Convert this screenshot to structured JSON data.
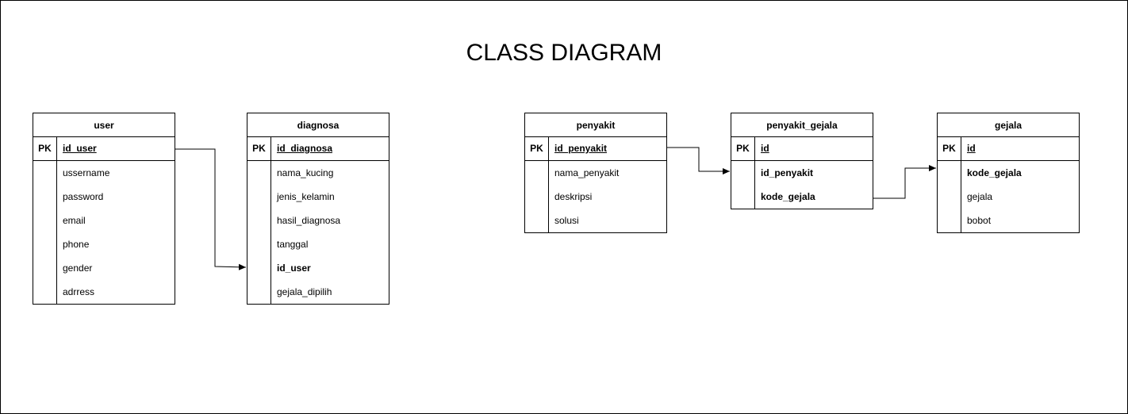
{
  "title": "CLASS DIAGRAM",
  "pk_label": "PK",
  "entities": {
    "user": {
      "name": "user",
      "pk": "id_user",
      "fields": [
        {
          "label": "ussername",
          "bold": false
        },
        {
          "label": "password",
          "bold": false
        },
        {
          "label": "email",
          "bold": false
        },
        {
          "label": "phone",
          "bold": false
        },
        {
          "label": "gender",
          "bold": false
        },
        {
          "label": "adrress",
          "bold": false
        }
      ]
    },
    "diagnosa": {
      "name": "diagnosa",
      "pk": "id_diagnosa",
      "fields": [
        {
          "label": "nama_kucing",
          "bold": false
        },
        {
          "label": "jenis_kelamin",
          "bold": false
        },
        {
          "label": "hasil_diagnosa",
          "bold": false
        },
        {
          "label": "tanggal",
          "bold": false
        },
        {
          "label": "id_user",
          "bold": true
        },
        {
          "label": "gejala_dipilih",
          "bold": false
        }
      ]
    },
    "penyakit": {
      "name": "penyakit",
      "pk": "id_penyakit",
      "fields": [
        {
          "label": "nama_penyakit",
          "bold": false
        },
        {
          "label": "deskripsi",
          "bold": false
        },
        {
          "label": "solusi",
          "bold": false
        }
      ]
    },
    "penyakit_gejala": {
      "name": "penyakit_gejala",
      "pk": "id",
      "fields": [
        {
          "label": "id_penyakit",
          "bold": true
        },
        {
          "label": "kode_gejala",
          "bold": true
        }
      ]
    },
    "gejala": {
      "name": "gejala",
      "pk": "id",
      "fields": [
        {
          "label": "kode_gejala",
          "bold": true
        },
        {
          "label": "gejala",
          "bold": false
        },
        {
          "label": "bobot",
          "bold": false
        }
      ]
    }
  },
  "relationships": [
    {
      "from": "user",
      "to": "diagnosa"
    },
    {
      "from": "penyakit",
      "to": "penyakit_gejala"
    },
    {
      "from": "penyakit_gejala",
      "to": "gejala"
    }
  ]
}
